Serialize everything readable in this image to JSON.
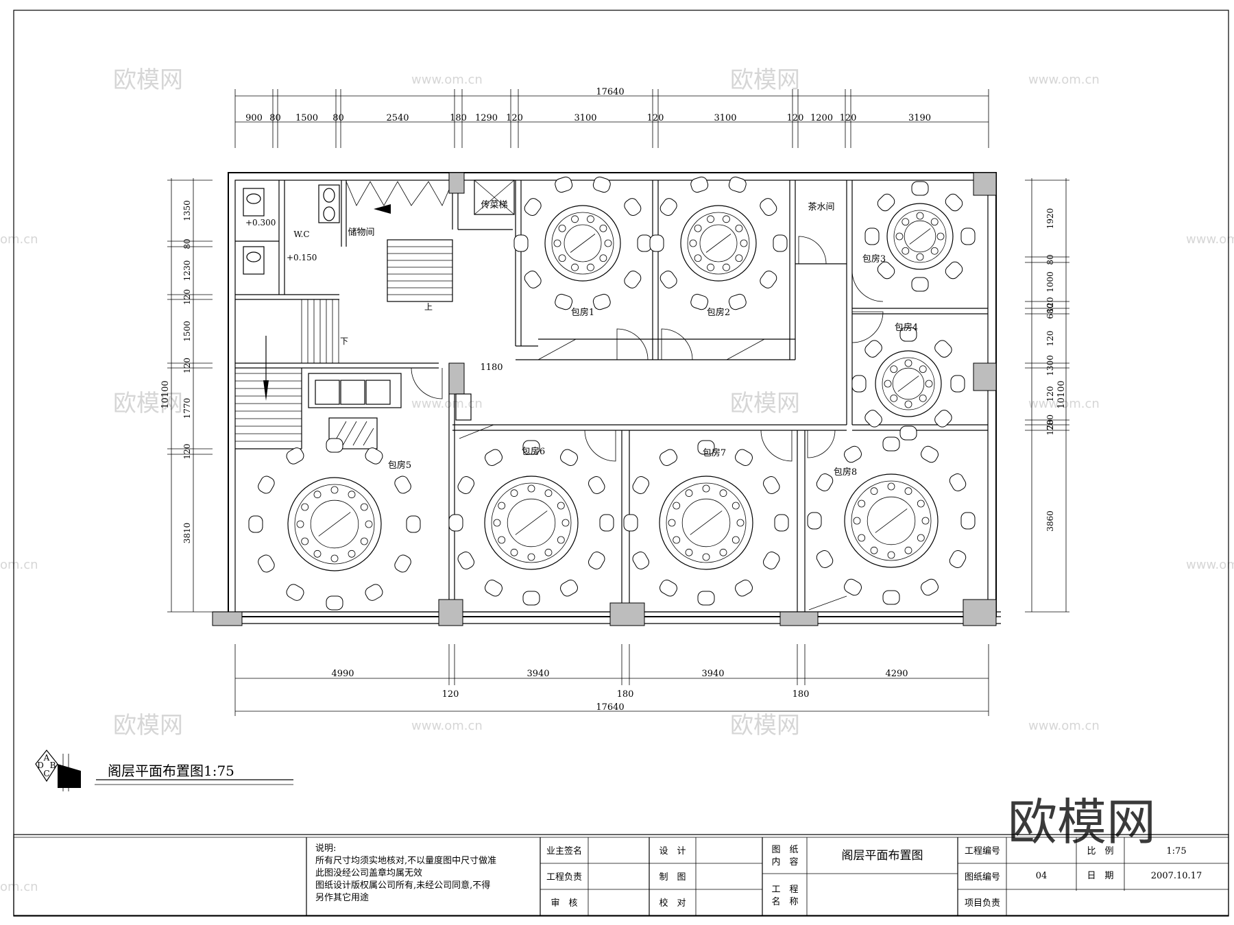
{
  "watermarks": {
    "cn": "欧模网",
    "url": "www.om.cn",
    "url_edge": "om.cn",
    "big": "欧模网"
  },
  "dimensions": {
    "total": "17640",
    "top": [
      "900",
      "80",
      "1500",
      "80",
      "2540",
      "180",
      "1290",
      "120",
      "3100",
      "120",
      "3100",
      "120",
      "1200",
      "120",
      "3190"
    ],
    "bottom": [
      "4990",
      "3940",
      "3940",
      "4290"
    ],
    "bottom_small": [
      "120",
      "180",
      "180"
    ],
    "left": [
      "1350",
      "80",
      "1230",
      "120",
      "1500",
      "120",
      "1770",
      "120",
      "3810"
    ],
    "right": [
      "1920",
      "80",
      "1000",
      "120",
      "680",
      "120",
      "1300",
      "120",
      "780",
      "120",
      "3860"
    ],
    "height_total": "10100",
    "inner_1180": "1180"
  },
  "rooms": {
    "r1": "包房1",
    "r2": "包房2",
    "r3": "包房3",
    "r4": "包房4",
    "r5": "包房5",
    "r6": "包房6",
    "r7": "包房7",
    "r8": "包房8",
    "wc": "W.C",
    "storage": "储物间",
    "lift": "传菜梯",
    "tea": "茶水间",
    "up": "上",
    "down": "下",
    "level1": "+0.300",
    "level2": "+0.150"
  },
  "title": {
    "main": "阁层平面布置图1:75",
    "compass": [
      "A",
      "B",
      "C",
      "D"
    ]
  },
  "titleblock": {
    "notes": [
      "说明:",
      "所有尺寸均须实地核对,不以量度图中尺寸做准",
      "此图没经公司盖章均属无效",
      "图纸设计版权属公司所有,未经公司同意,不得",
      "另作其它用途"
    ],
    "owner_sign": "业主签名",
    "eng_lead": "工程负责",
    "review": "审　核",
    "design": "设　计",
    "draw": "制　图",
    "check": "校　对",
    "content_label_1": "图　纸",
    "content_label_2": "内　容",
    "content_value": "阁层平面布置图",
    "name_label_1": "工　程",
    "name_label_2": "名　称",
    "proj_no": "工程编号",
    "dwg_no": "图纸编号",
    "dwg_no_value": "04",
    "proj_lead": "项目负责",
    "scale": "比　例",
    "scale_value": "1:75",
    "date": "日　期",
    "date_value": "2007.10.17"
  }
}
